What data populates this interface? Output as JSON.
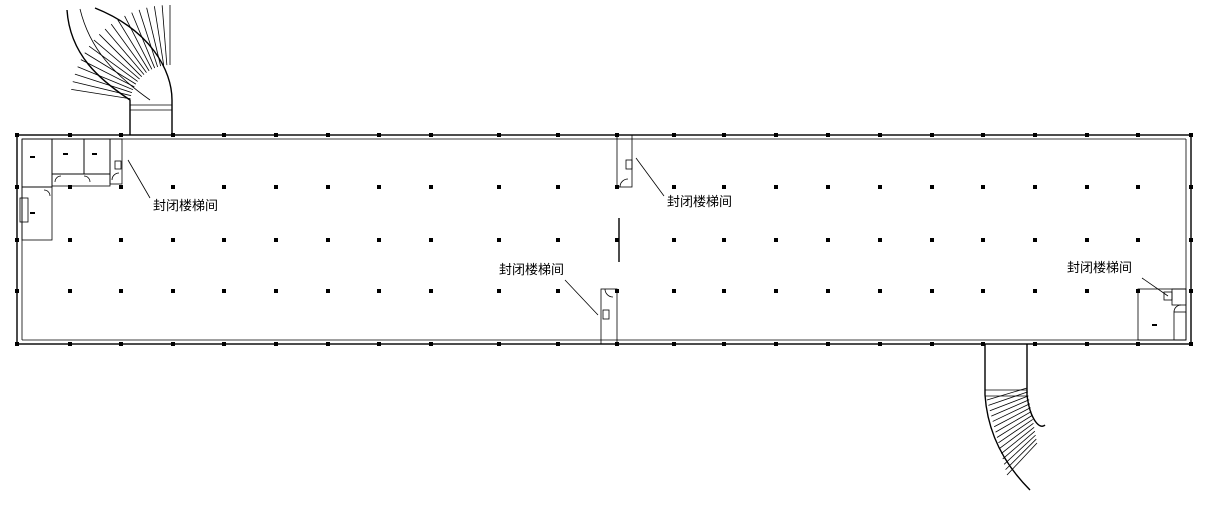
{
  "labels": {
    "stair_nw": "封闭楼梯间",
    "stair_north_center": "封闭楼梯间",
    "stair_south_center": "封闭楼梯间",
    "stair_east": "封闭楼梯间"
  }
}
